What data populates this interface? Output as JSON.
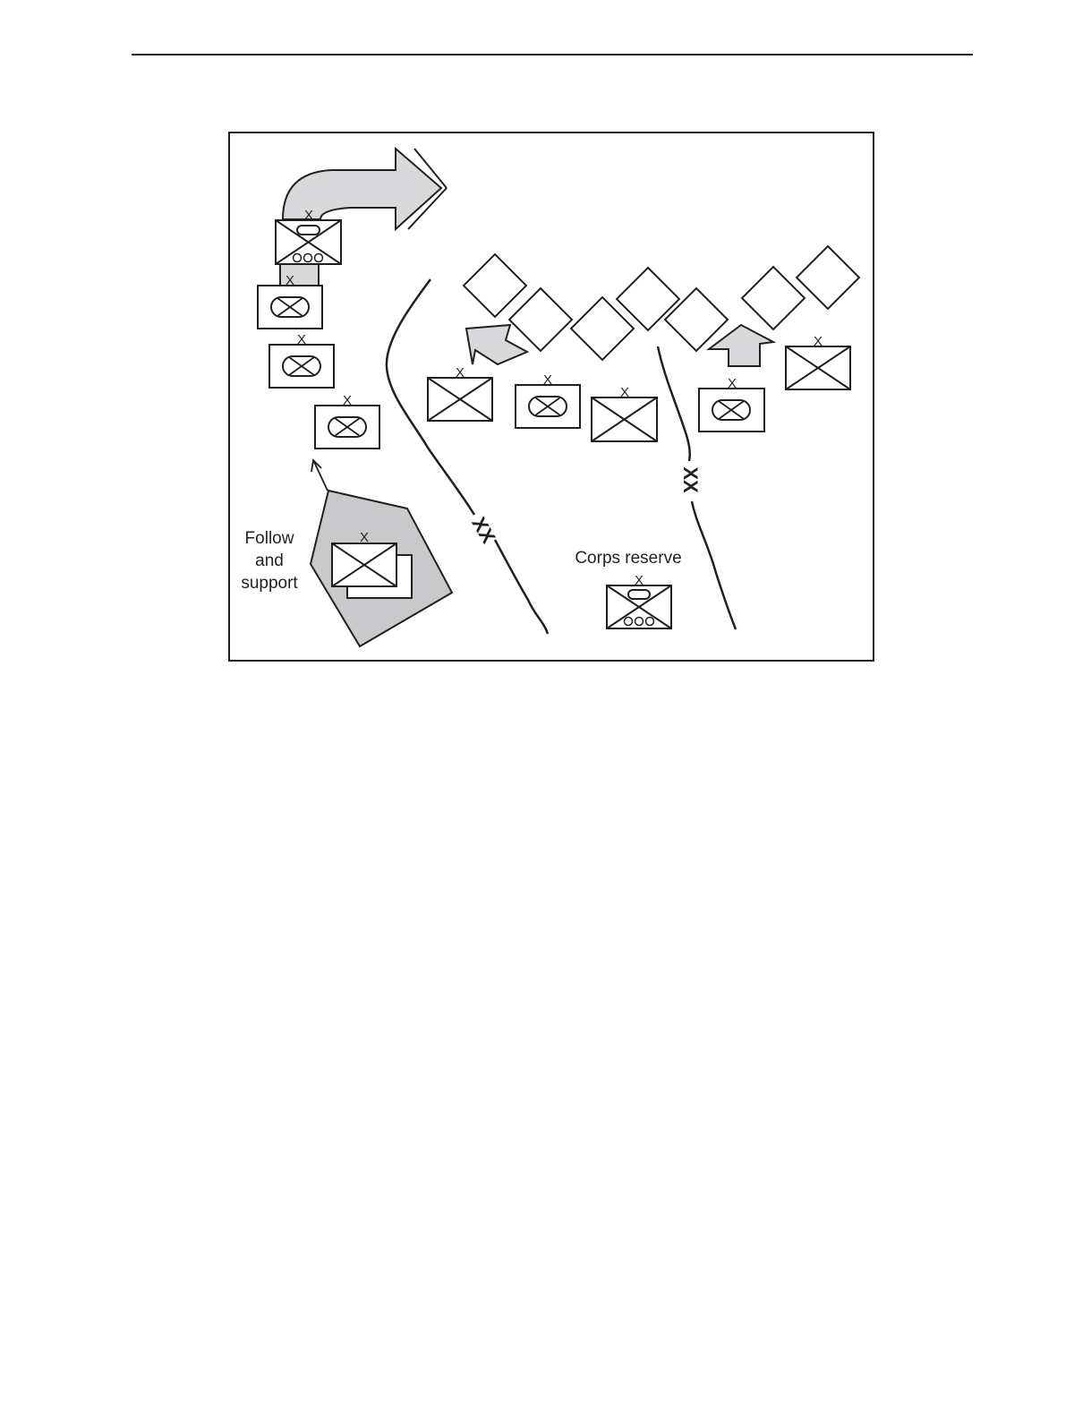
{
  "diagram": {
    "labels": {
      "follow_line1": "Follow",
      "follow_line2": "and",
      "follow_line3": "support",
      "corps_reserve": "Corps reserve"
    },
    "echelon": {
      "brigade": "X",
      "division_boundary": "XX"
    },
    "colors": {
      "ink": "#231f20",
      "arrow_fill": "#d9d9db",
      "area_fill": "#c9c9cb"
    }
  }
}
